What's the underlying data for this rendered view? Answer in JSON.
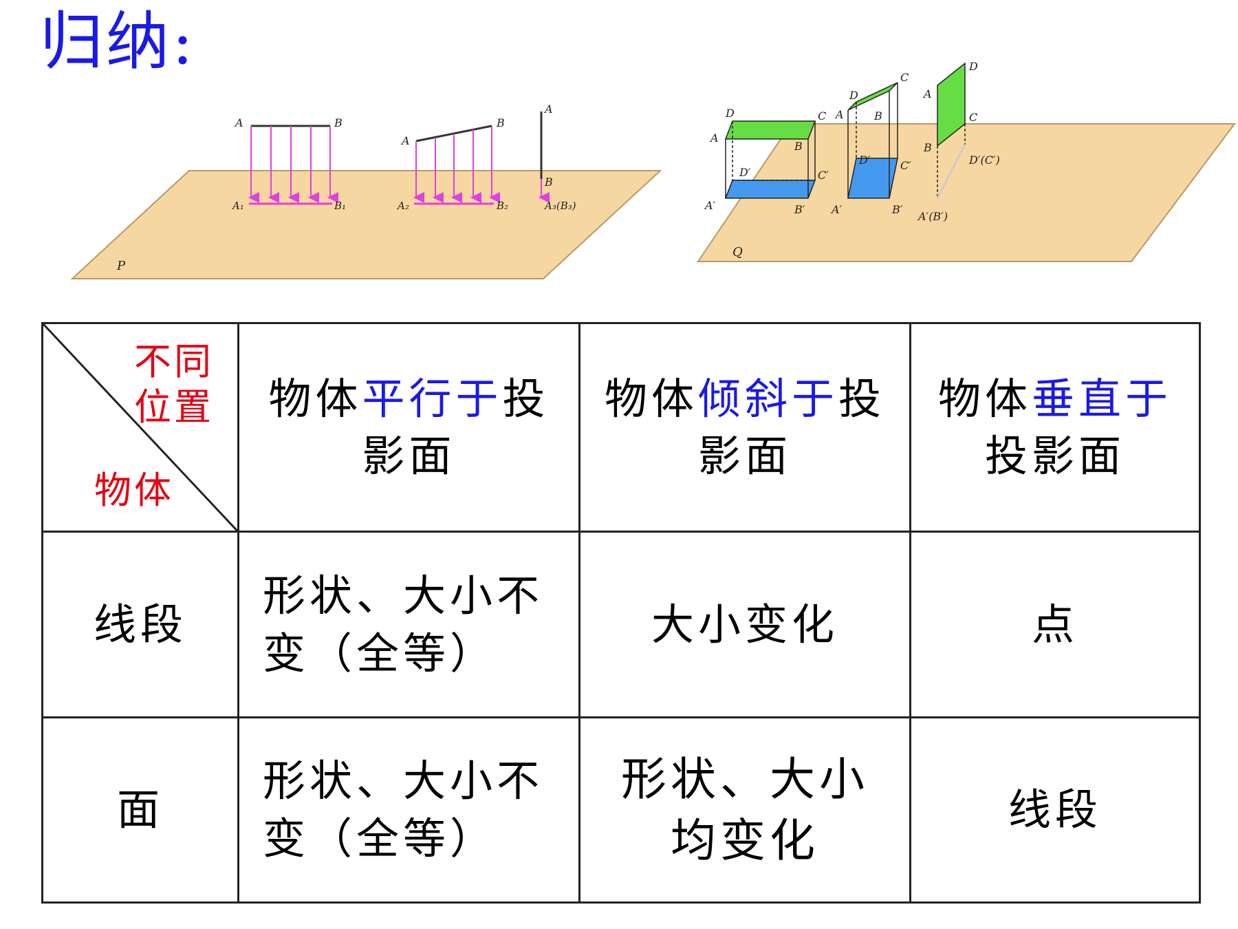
{
  "title": "归纳:",
  "figures": {
    "left": {
      "plane_label": "P",
      "labels": [
        "A",
        "B",
        "A₁",
        "B₁",
        "A",
        "B",
        "A₂",
        "B₂",
        "A",
        "B",
        "A₃(B₃)"
      ]
    },
    "right": {
      "plane_label": "Q",
      "labels": [
        "D",
        "C",
        "A",
        "B",
        "D′",
        "C′",
        "A′",
        "B′",
        "D",
        "A",
        "B",
        "C",
        "D′",
        "C′",
        "A′",
        "B′",
        "D",
        "A",
        "C",
        "B",
        "D′(C′)",
        "A′(B′)"
      ]
    }
  },
  "table": {
    "corner": {
      "top_line1": "不同",
      "top_line2": "位置",
      "bottom": "物体"
    },
    "columns": [
      {
        "pre": "物体",
        "key": "平行于",
        "post": "投",
        "line2": "影面"
      },
      {
        "pre": "物体",
        "key": "倾斜于",
        "post": "投",
        "line2": "影面"
      },
      {
        "pre": "物体",
        "key": "垂直于",
        "post": "",
        "line2": "投影面"
      }
    ],
    "rows": [
      {
        "label": "线段",
        "cells": [
          {
            "line1": "形状、大小不",
            "line2": "变（全等）"
          },
          {
            "line1": "大小变化",
            "line2": ""
          },
          {
            "line1": "点",
            "line2": ""
          }
        ]
      },
      {
        "label": "面",
        "cells": [
          {
            "line1": "形状、大小不",
            "line2": "变（全等）"
          },
          {
            "line1": "形状、大小",
            "line2": "均变化"
          },
          {
            "line1": "线段",
            "line2": ""
          }
        ]
      }
    ]
  },
  "colors": {
    "title": "#1a1ae6",
    "key_text": "#1a1ae6",
    "answer_text": "#e60012",
    "plane": "#f7d7a1",
    "arrow": "#e040e0",
    "face_green": "#66dd44",
    "face_blue": "#4499ee"
  }
}
